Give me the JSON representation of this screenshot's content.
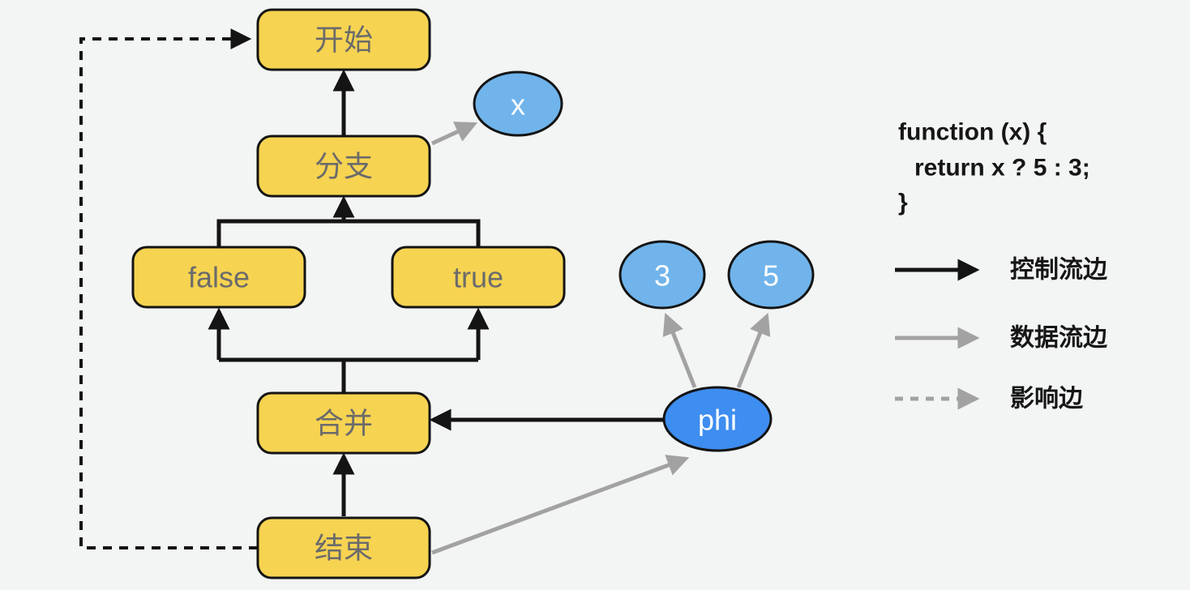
{
  "colors": {
    "background": "#F3F4F4",
    "control_node_fill": "#F6D351",
    "value_node_fill": "#70B4EB",
    "phi_node_fill": "#3E8DF0",
    "node_border": "#141414",
    "node_text": "#6B6B6B",
    "control_edge": "#141414",
    "data_edge": "#A2A2A2",
    "effect_edge": "#141414",
    "text": "#161616"
  },
  "diagram": {
    "nodes": [
      {
        "id": "start",
        "label": "开始",
        "shape": "rect"
      },
      {
        "id": "branch",
        "label": "分支",
        "shape": "rect"
      },
      {
        "id": "false",
        "label": "false",
        "shape": "rect"
      },
      {
        "id": "true",
        "label": "true",
        "shape": "rect"
      },
      {
        "id": "merge",
        "label": "合并",
        "shape": "rect"
      },
      {
        "id": "end",
        "label": "结束",
        "shape": "rect"
      },
      {
        "id": "param-x",
        "label": "x",
        "shape": "ellipse"
      },
      {
        "id": "const-3",
        "label": "3",
        "shape": "ellipse"
      },
      {
        "id": "const-5",
        "label": "5",
        "shape": "ellipse"
      },
      {
        "id": "phi",
        "label": "phi",
        "shape": "ellipse"
      }
    ],
    "edges": [
      {
        "from": "branch",
        "to": "start",
        "type": "control"
      },
      {
        "from": "false",
        "to": "branch",
        "type": "control"
      },
      {
        "from": "true",
        "to": "branch",
        "type": "control"
      },
      {
        "from": "merge",
        "to": "false",
        "type": "control"
      },
      {
        "from": "merge",
        "to": "true",
        "type": "control"
      },
      {
        "from": "end",
        "to": "merge",
        "type": "control"
      },
      {
        "from": "phi",
        "to": "merge",
        "type": "control"
      },
      {
        "from": "branch",
        "to": "param-x",
        "type": "data"
      },
      {
        "from": "phi",
        "to": "const-3",
        "type": "data"
      },
      {
        "from": "phi",
        "to": "const-5",
        "type": "data"
      },
      {
        "from": "end",
        "to": "phi",
        "type": "data"
      },
      {
        "from": "end",
        "to": "start",
        "type": "effect"
      }
    ]
  },
  "code": {
    "lines": [
      "function (x) {",
      "return x ? 5 : 3;",
      "}"
    ]
  },
  "legend": {
    "items": [
      {
        "label": "控制流边",
        "line": "solid-black"
      },
      {
        "label": "数据流边",
        "line": "solid-gray"
      },
      {
        "label": "影响边",
        "line": "dashed-gray"
      }
    ]
  }
}
